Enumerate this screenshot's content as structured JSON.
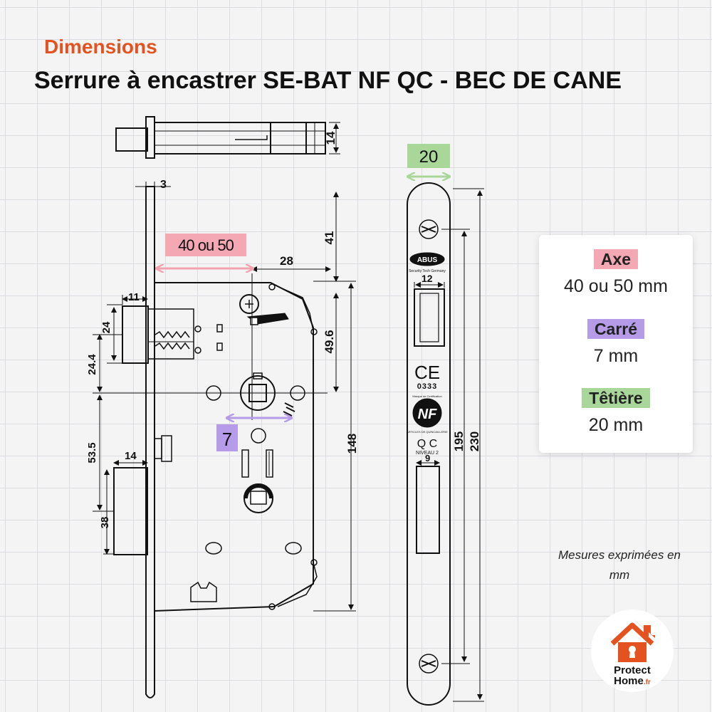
{
  "header": {
    "kicker": "Dimensions",
    "title": "Serrure à encastrer SE-BAT NF QC - BEC DE CANE"
  },
  "colors": {
    "accent_orange": "#e4531f",
    "axe_pink": "#f4a8b4",
    "carre_purple": "#b59be8",
    "tetiere_green": "#a9d79a"
  },
  "dimensions": {
    "d14_top": "14",
    "d3": "3",
    "d40_50": "40 ou 50",
    "d28": "28",
    "d41": "41",
    "d11": "11",
    "d24": "24",
    "d24_4": "24.4",
    "d49_6": "49.6",
    "d7": "7",
    "d53_5": "53.5",
    "d14_left": "14",
    "d148": "148",
    "d38": "38",
    "d20": "20",
    "d12": "12",
    "d9": "9",
    "d195": "195",
    "d230": "230"
  },
  "plate_markings": {
    "brand": "ABUS",
    "brand_sub": "Security Tech Germany",
    "ce": "CE",
    "ce_number": "0333",
    "nf": "NF",
    "nf_top": "Marque de Certification",
    "nf_bottom": "ARTICLES DE QUINCAILLERIE",
    "qc": "Q C",
    "level": "NIVEAU 2"
  },
  "legend": {
    "items": [
      {
        "label": "Axe",
        "value": "40 ou 50 mm"
      },
      {
        "label": "Carré",
        "value": "7 mm"
      },
      {
        "label": "Têtière",
        "value": "20 mm"
      }
    ]
  },
  "note": "Mesures exprimées en mm",
  "logo": {
    "line1": "Protect",
    "line2": "Home",
    "suffix": ".fr"
  }
}
